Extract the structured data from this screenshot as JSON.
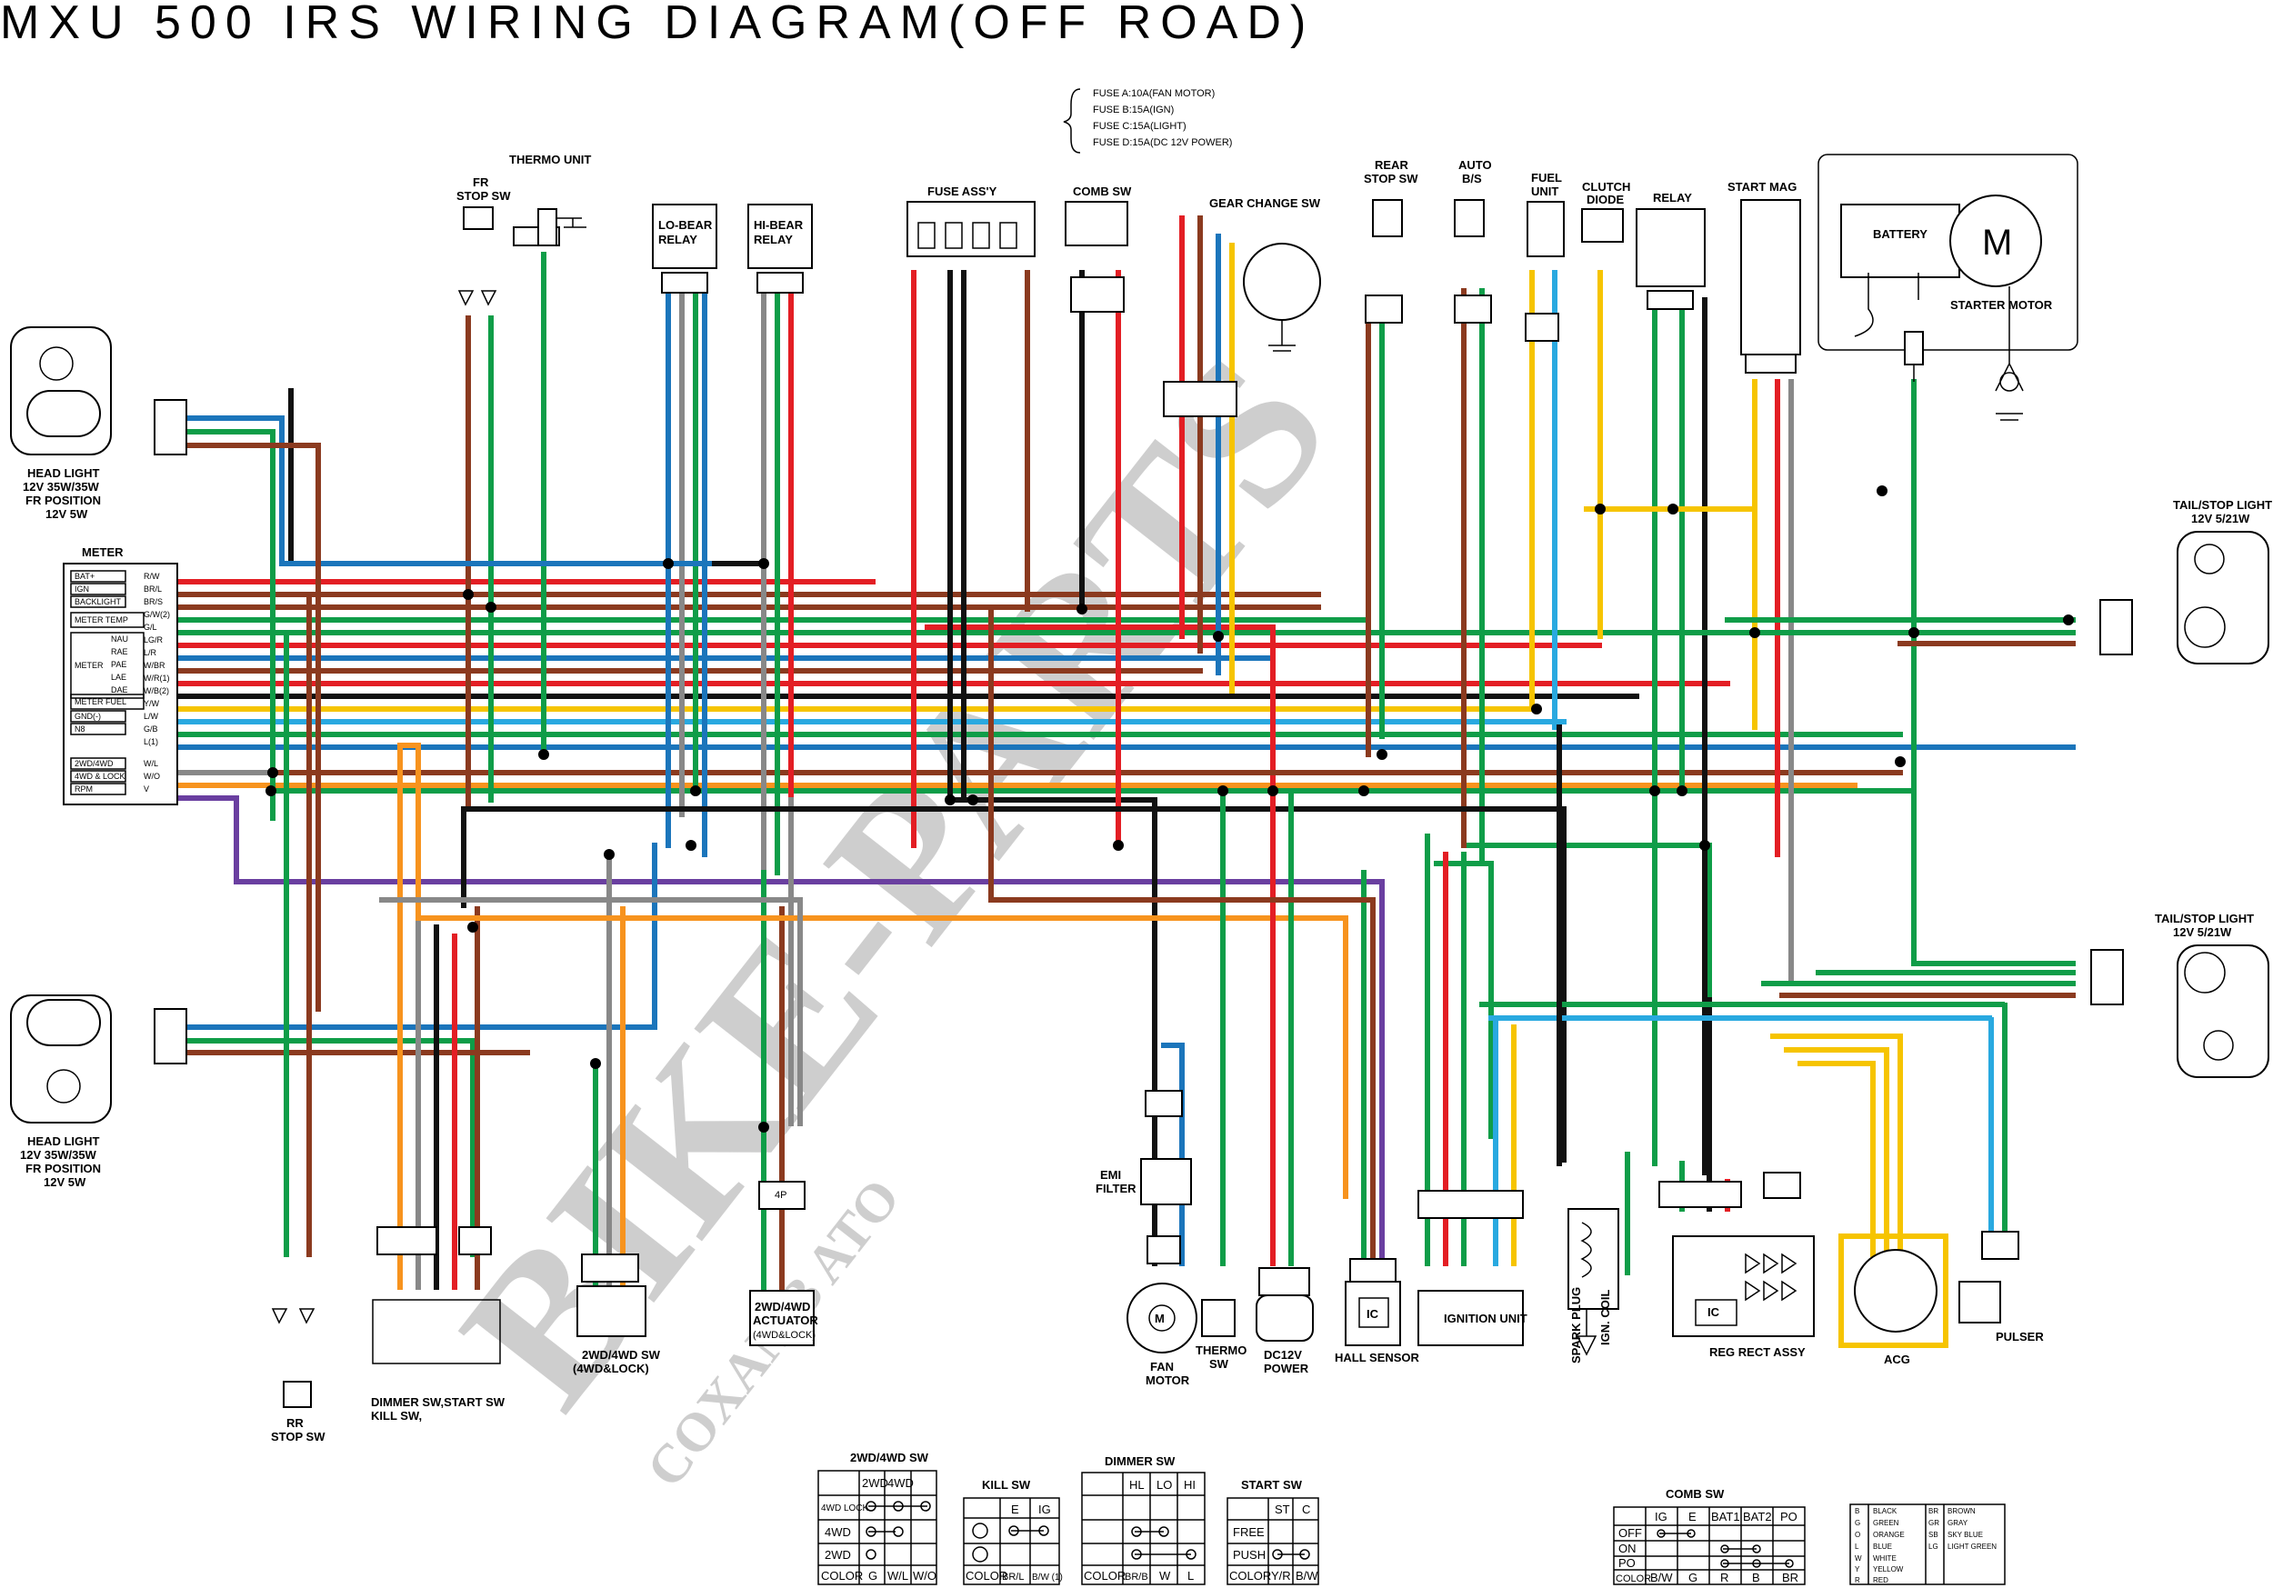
{
  "title": "MXU 500 IRS WIRING DIAGRAM(OFF ROAD)",
  "watermark": {
    "main": "BIKE-PARTS",
    "sub": "COXAMB ATO"
  },
  "fuses": [
    "FUSE A:10A(FAN MOTOR)",
    "FUSE B:15A(IGN)",
    "FUSE C:15A(LIGHT)",
    "FUSE D:15A(DC 12V POWER)"
  ],
  "labels": {
    "thermo_unit": "THERMO UNIT",
    "fr_stop_sw": [
      "FR",
      "STOP SW"
    ],
    "lo_beam_relay": [
      "LO-BEAR",
      "RELAY"
    ],
    "hi_beam_relay": [
      "HI-BEAR",
      "RELAY"
    ],
    "fuse_assy": "FUSE ASS'Y",
    "comb_sw": "COMB SW",
    "gear_change_sw": "GEAR CHANGE SW",
    "rear_stop_sw": [
      "REAR",
      "STOP SW"
    ],
    "auto_bs": [
      "AUTO",
      "B/S"
    ],
    "fuel_unit": [
      "FUEL",
      "UNIT"
    ],
    "clutch_diode": [
      "CLUTCH",
      "DIODE"
    ],
    "relay": "RELAY",
    "start_mag": "START MAG",
    "battery": "BATTERY",
    "starter_motor": "STARTER MOTOR",
    "motor_letter": "M",
    "head_light_top": [
      "HEAD LIGHT",
      "12V 35W/35W",
      "FR POSITION",
      "12V 5W"
    ],
    "head_light_bottom": [
      "HEAD LIGHT",
      "12V 35W/35W",
      "FR POSITION",
      "12V 5W"
    ],
    "tail_light_top": [
      "TAIL/STOP LIGHT",
      "12V 5/21W"
    ],
    "tail_light_bottom": [
      "TAIL/STOP LIGHT",
      "12V 5/21W"
    ],
    "meter": "METER",
    "meter_rows": [
      "BAT+",
      "IGN",
      "BACKLIGHT",
      "METER TEMP",
      "NAU",
      "RAE",
      "PAE",
      "LAE",
      "DAE",
      "METER FUEL",
      "GND(-)",
      "N8",
      "2WD/4WD",
      "4WD & LOCK",
      "RPM"
    ],
    "meter_group": "METER",
    "meter_wire_codes": [
      "R/W",
      "BR/L",
      "BR/S",
      "G/W(2)",
      "G/L",
      "LG/R",
      "L/R",
      "W/BR",
      "W/R(1)",
      "W/B(2)",
      "Y/W",
      "L/W",
      "G/B",
      "L(1)",
      "W/L",
      "W/O",
      "V"
    ],
    "rr_stop_sw": [
      "RR",
      "STOP SW"
    ],
    "dimmer_sw_label": [
      "DIMMER SW,START SW",
      "KILL SW,"
    ],
    "sw_2wd_4wd": [
      "2WD/4WD SW",
      "(4WD&LOCK)"
    ],
    "actuator": [
      "2WD/4WD",
      "ACTUATOR",
      "(4WD&LOCK)"
    ],
    "actuator_conn": "4P",
    "fan_motor": [
      "FAN",
      "MOTOR"
    ],
    "emi_filter": [
      "EMI",
      "FILTER"
    ],
    "thermo_sw": [
      "THERMO",
      "SW"
    ],
    "dc12v_power": [
      "DC12V",
      "POWER"
    ],
    "hall_sensor": "HALL SENSOR",
    "ic": "IC",
    "ignition_unit": "IGNITION UNIT",
    "spark_plug": "SPARK PLUG",
    "ign_coil": "IGN. COIL",
    "reg_rect": "REG RECT ASSY",
    "acg": "ACG",
    "pulser": "PULSER"
  },
  "tables": {
    "sw_2wd4wd": {
      "title": "2WD/4WD SW",
      "cols": [
        "",
        "2WD",
        "4WD"
      ],
      "rows": [
        "4WD LOCK",
        "4WD",
        "2WD"
      ],
      "color_row": [
        "COLOR",
        "G",
        "W/L",
        "W/O"
      ]
    },
    "kill_sw": {
      "title": "KILL SW",
      "cols": [
        "",
        "E",
        "IG"
      ],
      "color_row": [
        "COLOR",
        "BR/L",
        "B/W (1)"
      ]
    },
    "dimmer_sw": {
      "title": "DIMMER SW",
      "cols": [
        "",
        "HL",
        "LO",
        "HI"
      ],
      "color_row": [
        "COLOR",
        "BR/B",
        "W",
        "L"
      ]
    },
    "start_sw": {
      "title": "START SW",
      "cols": [
        "",
        "ST",
        "C"
      ],
      "rows": [
        "FREE",
        "PUSH"
      ],
      "color_row": [
        "COLOR",
        "Y/R",
        "B/W"
      ]
    },
    "comb_sw": {
      "title": "COMB SW",
      "cols": [
        "",
        "IG",
        "E",
        "BAT1",
        "BAT2",
        "PO"
      ],
      "rows": [
        "OFF",
        "ON",
        "PO"
      ],
      "color_row": [
        "COLOR",
        "B/W",
        "G",
        "R",
        "B",
        "BR"
      ]
    },
    "color_key": [
      [
        "B",
        "BLACK",
        "BR",
        "BROWN"
      ],
      [
        "G",
        "GREEN",
        "GR",
        "GRAY"
      ],
      [
        "O",
        "ORANGE",
        "SB",
        "SKY BLUE"
      ],
      [
        "L",
        "BLUE",
        "LG",
        "LIGHT GREEN"
      ],
      [
        "W",
        "WHITE",
        "",
        ""
      ],
      [
        "Y",
        "YELLOW",
        "",
        ""
      ],
      [
        "R",
        "RED",
        "",
        ""
      ]
    ]
  },
  "colors": {
    "red": "#e31e24",
    "green": "#0f9d48",
    "blue": "#1b75bb",
    "skyblue": "#29a9e0",
    "yellow": "#f6c400",
    "brown": "#8b3a1f",
    "black": "#111111",
    "purple": "#6a3fa0",
    "orange": "#f7931e",
    "lightgreen": "#7cc242",
    "white": "#ffffff"
  }
}
